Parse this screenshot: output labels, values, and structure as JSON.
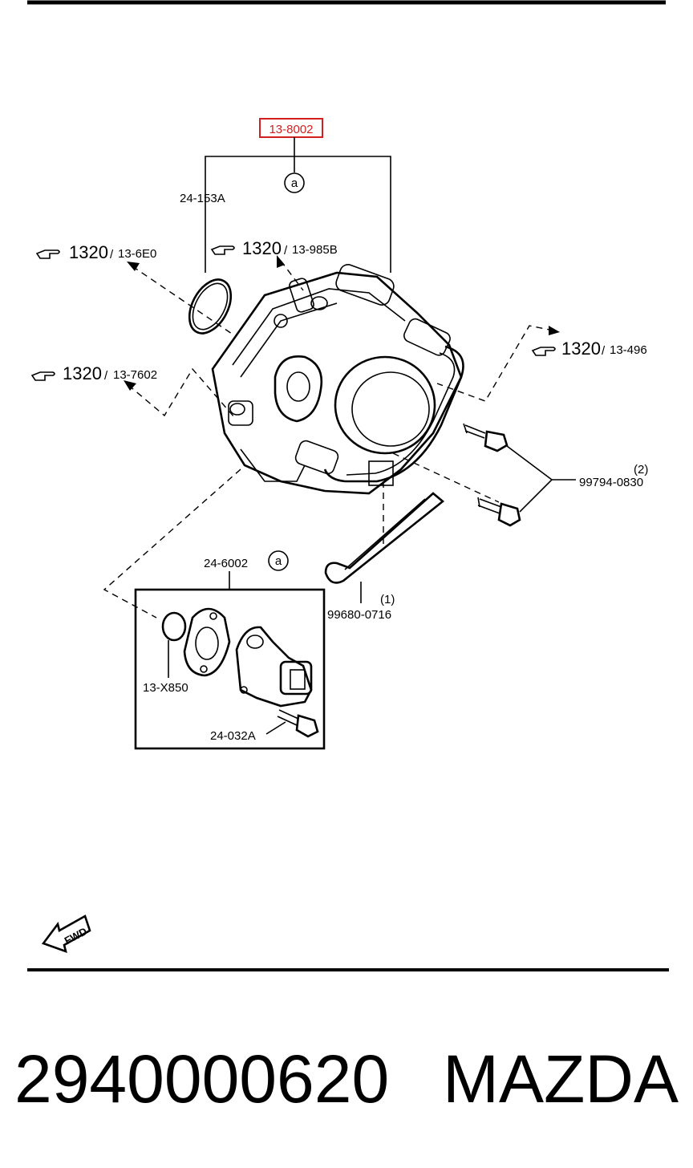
{
  "highlighted_part": "13-8002",
  "callout_a": "a",
  "labels": {
    "oring_top": "24-153A",
    "ref_1_main": "1320",
    "ref_1_sub": "13-6E0",
    "ref_2_main": "1320",
    "ref_2_sub": "13-985B",
    "ref_3_main": "1320",
    "ref_3_sub": "13-7602",
    "ref_4_main": "1320",
    "ref_4_sub": "13-496",
    "bolt_part": "99794-0830",
    "bolt_qty": "(2)",
    "hose_part": "99680-0716",
    "hose_qty": "(1)",
    "valve_assy": "24-6002",
    "oring_small": "13-X850",
    "valve_bolt": "24-032A",
    "fwd": "FWD",
    "separator": "/"
  },
  "footer": {
    "part_number": "2940000620",
    "brand": "MAZDA"
  },
  "colors": {
    "highlight_box": "#d21f1f",
    "highlight_text": "#d21f1f",
    "ink": "#000000"
  },
  "icons": [
    "pointing-hand-icon",
    "fwd-arrow-icon"
  ]
}
